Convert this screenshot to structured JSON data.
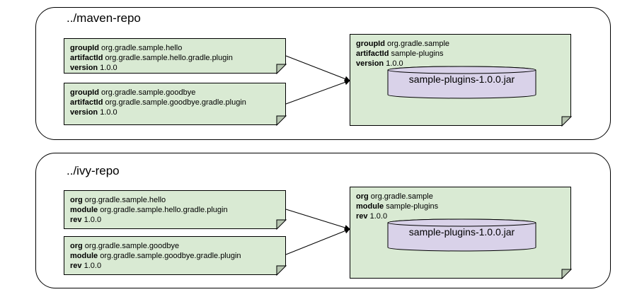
{
  "maven": {
    "title": "../maven-repo",
    "plugins": [
      {
        "k1": "groupId",
        "v1": "org.gradle.sample.hello",
        "k2": "artifactId",
        "v2": "org.gradle.sample.hello.gradle.plugin",
        "k3": "version",
        "v3": "1.0.0"
      },
      {
        "k1": "groupId",
        "v1": "org.gradle.sample.goodbye",
        "k2": "artifactId",
        "v2": "org.gradle.sample.goodbye.gradle.plugin",
        "k3": "version",
        "v3": "1.0.0"
      }
    ],
    "target": {
      "k1": "groupId",
      "v1": "org.gradle.sample",
      "k2": "artifactId",
      "v2": "sample-plugins",
      "k3": "version",
      "v3": "1.0.0",
      "jar": "sample-plugins-1.0.0.jar"
    }
  },
  "ivy": {
    "title": "../ivy-repo",
    "plugins": [
      {
        "k1": "org",
        "v1": "org.gradle.sample.hello",
        "k2": "module",
        "v2": "org.gradle.sample.hello.gradle.plugin",
        "k3": "rev",
        "v3": "1.0.0"
      },
      {
        "k1": "org",
        "v1": "org.gradle.sample.goodbye",
        "k2": "module",
        "v2": "org.gradle.sample.goodbye.gradle.plugin",
        "k3": "rev",
        "v3": "1.0.0"
      }
    ],
    "target": {
      "k1": "org",
      "v1": "org.gradle.sample",
      "k2": "module",
      "v2": "sample-plugins",
      "k3": "rev",
      "v3": "1.0.0",
      "jar": "sample-plugins-1.0.0.jar"
    }
  },
  "colors": {
    "note_fill": "#d9ead3",
    "jar_fill": "#d9d2e9",
    "fold_fill": "#b5c4af"
  }
}
